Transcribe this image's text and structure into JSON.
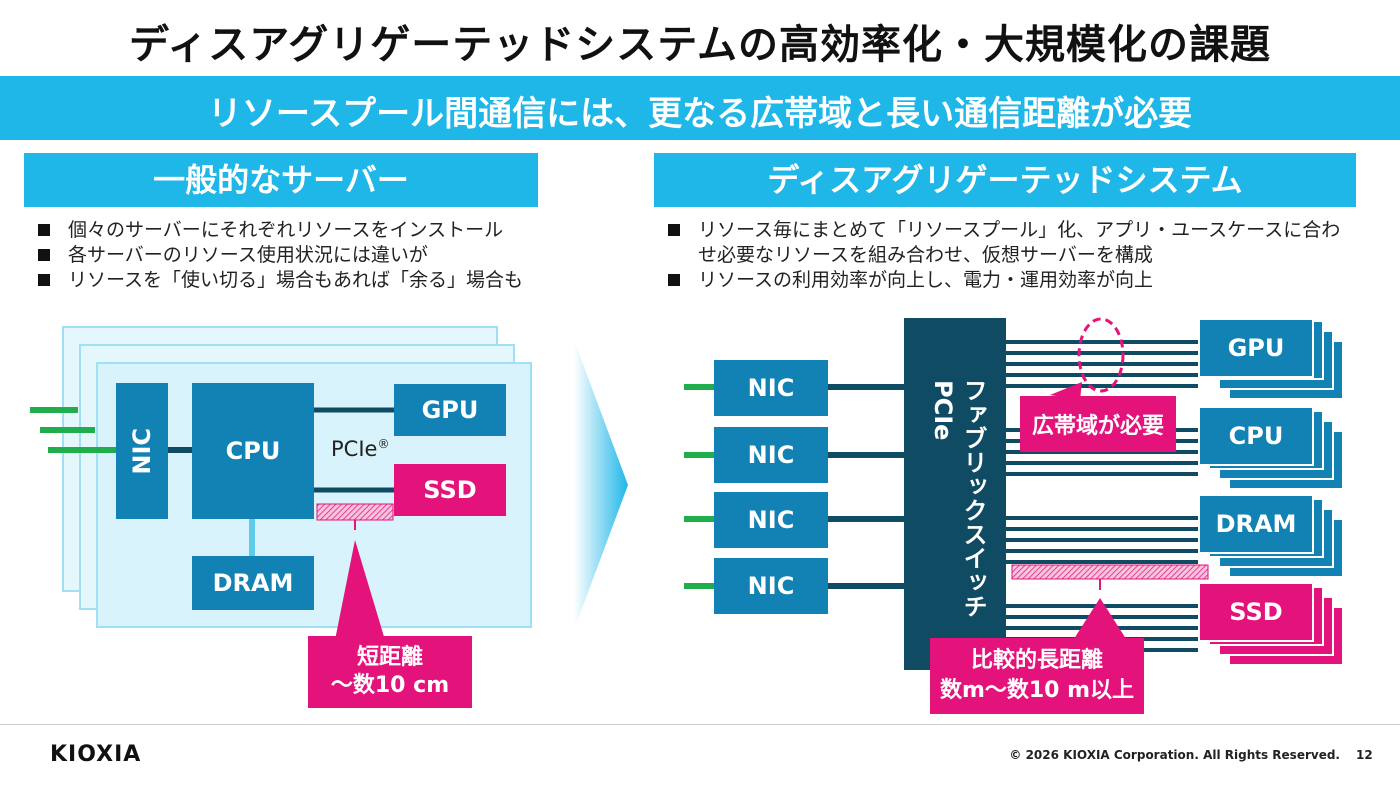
{
  "title": "ディスアグリゲーテッドシステムの高効率化・大規模化の課題",
  "banner": "リソースプール間通信には、更なる広帯域と長い通信距離が必要",
  "left": {
    "header": "一般的なサーバー",
    "bullets": [
      "個々のサーバーにそれぞれリソースをインストール",
      "各サーバーのリソース使用状況には違いが",
      "リソースを「使い切る」場合もあれば「余る」場合も"
    ],
    "diagram": {
      "nic": "NIC",
      "cpu": "CPU",
      "gpu": "GPU",
      "ssd": "SSD",
      "dram": "DRAM",
      "pcie": "PCIe",
      "pcie_mark": "®",
      "callout_line1": "短距離",
      "callout_line2": "～数10 cm"
    }
  },
  "right": {
    "header": "ディスアグリゲーテッドシステム",
    "bullets": [
      "リソース毎にまとめて「リソースプール」化、アプリ・ユースケースに合わせ必要なリソースを組み合わせ、仮想サーバーを構成",
      "リソースの利用効率が向上し、電力・運用効率が向上"
    ],
    "diagram": {
      "nics": [
        "NIC",
        "NIC",
        "NIC",
        "NIC"
      ],
      "switch_line1": "PCIe",
      "switch_line2": "ファブリックスイッチ",
      "pools": [
        "GPU",
        "CPU",
        "DRAM",
        "SSD"
      ],
      "bandwidth_callout": "広帯域が必要",
      "distance_line1": "比較的長距離",
      "distance_line2": "数m～数10 m以上"
    }
  },
  "footer": {
    "logo": "KIOXIA",
    "copyright": "© 2026 KIOXIA Corporation. All Rights Reserved.",
    "page": "12"
  },
  "colors": {
    "accent_blue": "#1fb6e8",
    "box_blue": "#1282b5",
    "dark_navy": "#0f4c63",
    "pink": "#e4137b",
    "green": "#1fae4b",
    "panel_bg": "#d8f3fb"
  }
}
